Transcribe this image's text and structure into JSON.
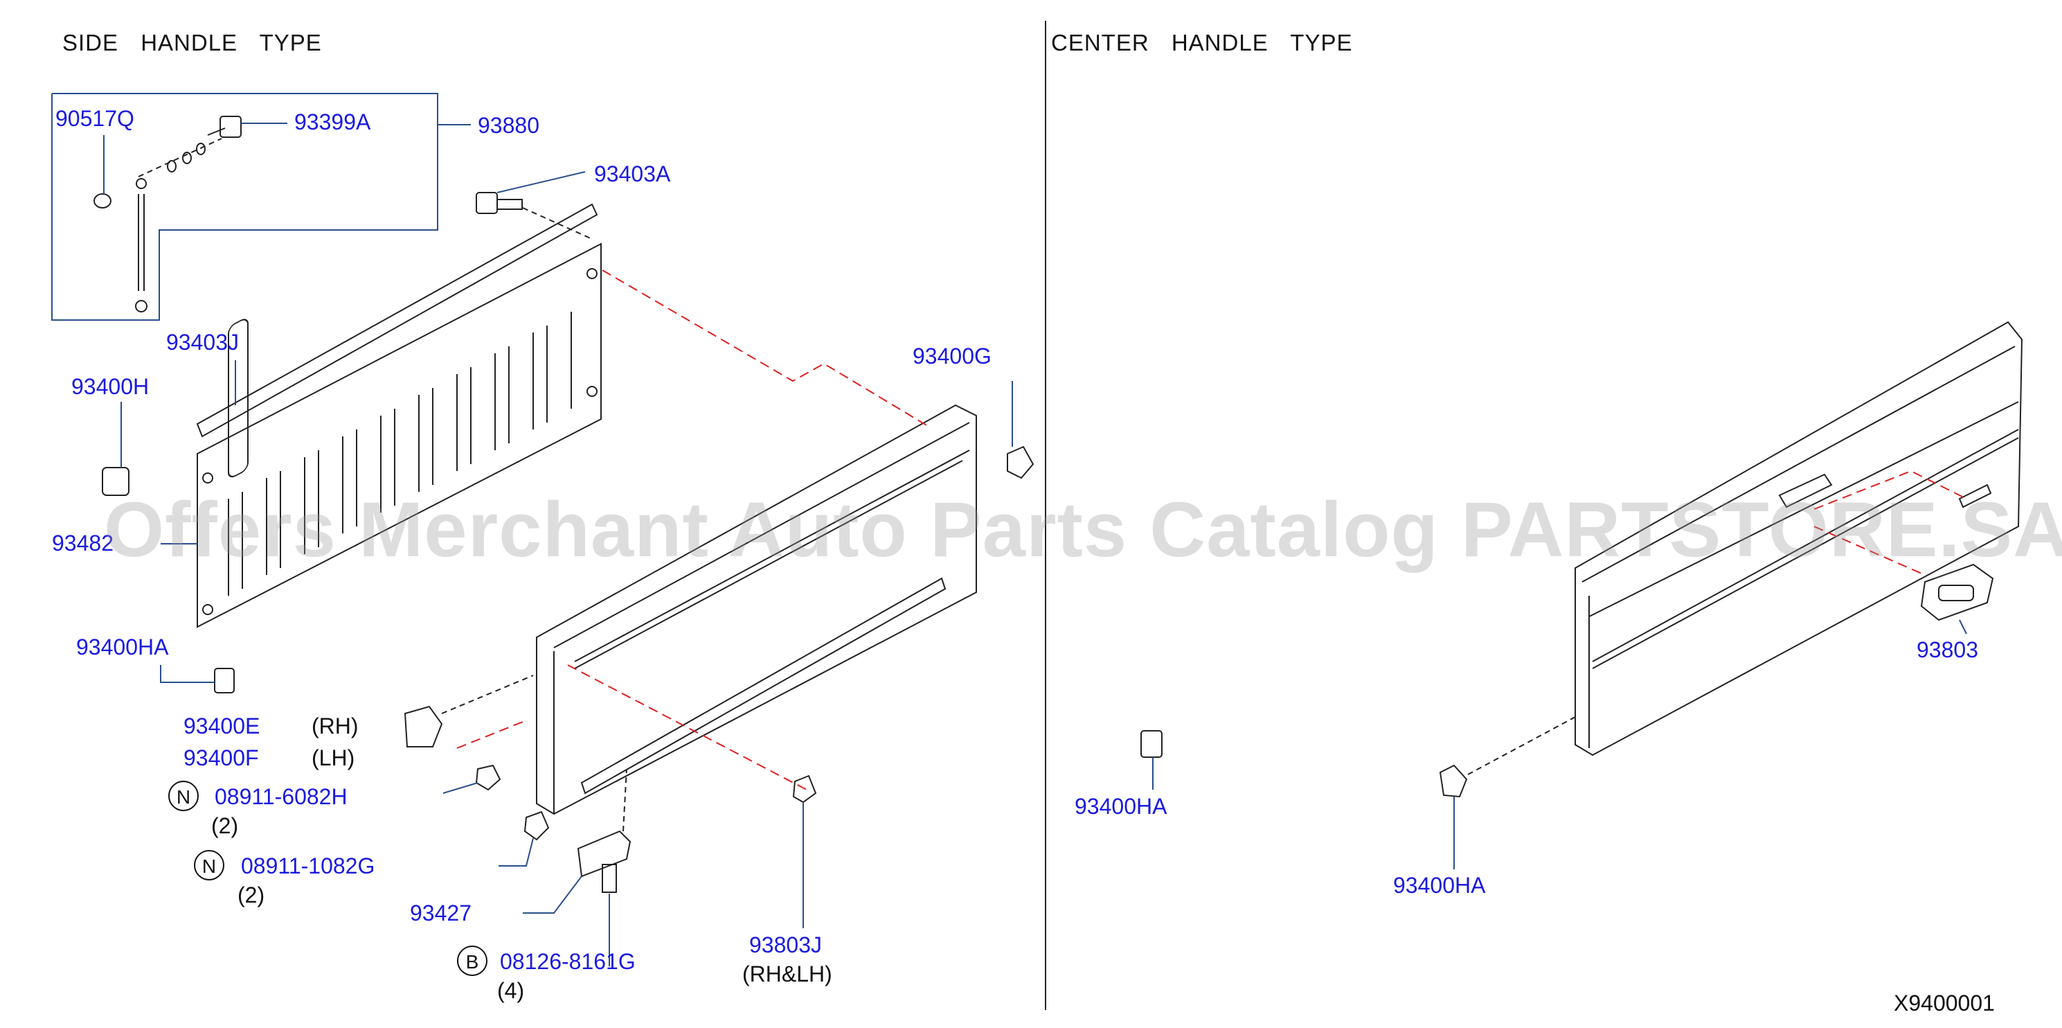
{
  "headers": {
    "side": "SIDE HANDLE TYPE",
    "center": "CENTER HANDLE TYPE"
  },
  "parts": {
    "p90517Q": "90517Q",
    "p93399A": "93399A",
    "p93880": "93880",
    "p93403A": "93403A",
    "p93403J": "93403J",
    "p93400H": "93400H",
    "p93482": "93482",
    "p93400G": "93400G",
    "p93400HA_left": "93400HA",
    "p93400E": "93400E",
    "p93400E_side": "(RH)",
    "p93400F": "93400F",
    "p93400F_side": "(LH)",
    "p08911_6082H": "08911-6082H",
    "p08911_6082H_qty": "(2)",
    "p08911_1082G": "08911-1082G",
    "p08911_1082G_qty": "(2)",
    "p93427": "93427",
    "p08126_8161G": "08126-8161G",
    "p08126_8161G_qty": "(4)",
    "p93803J": "93803J",
    "p93803J_side": "(RH&LH)",
    "p93803": "93803",
    "p93400HA_center1": "93400HA",
    "p93400HA_center2": "93400HA"
  },
  "symbols": {
    "n1": "N",
    "n2": "N",
    "b1": "B"
  },
  "diagram_id": "X9400001",
  "watermark": "Offers Merchant Auto Parts Catalog PARTSTORE.SA",
  "colors": {
    "part_number": "#1a1ae0",
    "leader_line": "#2a4f8a",
    "dashed_red": "#e02020",
    "drawing": "#222222"
  }
}
